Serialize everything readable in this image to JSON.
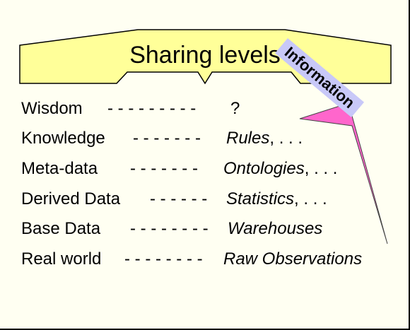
{
  "title": "Sharing levels",
  "tag": "Information",
  "colors": {
    "banner": "#ffff99",
    "arrow": "#ff66cc",
    "tag": "#c8c8f8",
    "background": "#fffff2"
  },
  "levels": [
    {
      "level": "Wisdom",
      "dashes": "- - - - - - - - -",
      "example": "?",
      "suffix": ""
    },
    {
      "level": "Knowledge",
      "dashes": "- - - - - - -",
      "example": "Rules",
      "suffix": ", . . ."
    },
    {
      "level": "Meta-data",
      "dashes": "- - - - - - -",
      "example": "Ontologies",
      "suffix": ", . . ."
    },
    {
      "level": "Derived Data",
      "dashes": "- - - - - -",
      "example": "Statistics",
      "suffix": ", . . ."
    },
    {
      "level": "Base Data",
      "dashes": "- - - - - - - -",
      "example": "Warehouses",
      "suffix": ""
    },
    {
      "level": "Real world",
      "dashes": "- - - - - - - -",
      "example": "Raw Observations",
      "suffix": ""
    }
  ]
}
